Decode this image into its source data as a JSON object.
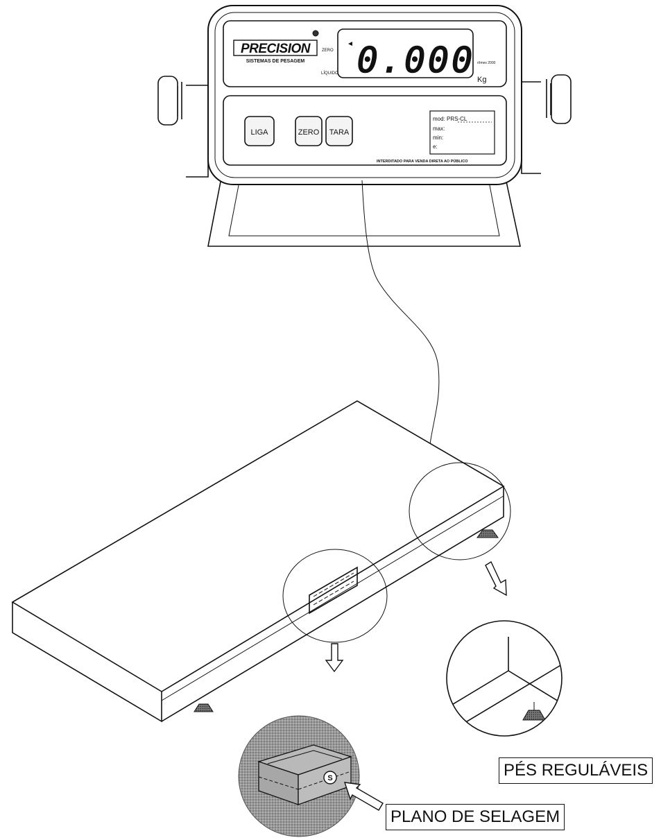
{
  "indicator": {
    "brand": "PRECISION",
    "brand_sub": "SISTEMAS DE PESAGEM",
    "zero_label": "ZERO",
    "liquido_label": "LÍQUIDO",
    "display_value": "0.000",
    "unit": "Kg",
    "arrow_glyph": "◄",
    "small_note": "rômes 2000",
    "buttons": {
      "liga": "LIGA",
      "zero": "ZERO",
      "tara": "TARA"
    },
    "spec_plate": {
      "mod": "mod: PRS-CL",
      "max": "max:",
      "min": "min:",
      "e": "e:"
    },
    "notice": "INTERDITADO PARA VENDA DIRETA AO PÚBLICO"
  },
  "seal_mark": "S",
  "callouts": {
    "feet": "PÉS REGULÁVEIS",
    "seal_plane": "PLANO DE SELAGEM"
  },
  "colors": {
    "ink": "#111111",
    "shade": "#8e8e8e",
    "paper": "#ffffff"
  }
}
